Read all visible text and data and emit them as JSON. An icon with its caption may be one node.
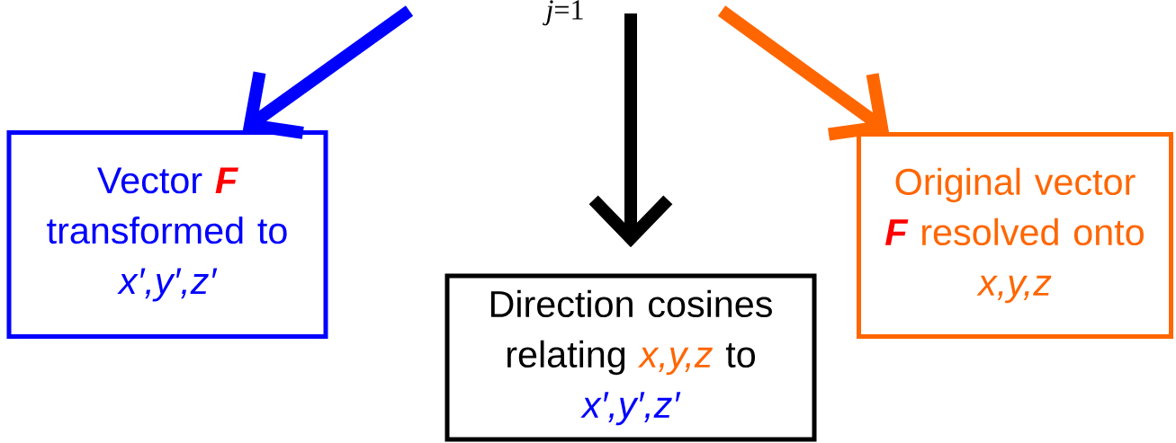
{
  "diagram": {
    "nodes": [
      {
        "text": [
          "Vector",
          "F",
          "transformed to",
          "x′,y′,z′"
        ]
      },
      {
        "text": [
          "Direction cosines relating",
          "x,y,z",
          "to",
          "x′,y′,z′"
        ]
      },
      {
        "text": [
          "Original vector",
          "F",
          "resolved onto",
          "x,y,z"
        ]
      }
    ],
    "edges": [
      {
        "from": null,
        "to": 0,
        "arrow": "to",
        "color": "#0000ff"
      },
      {
        "from": null,
        "to": 1,
        "arrow": "to",
        "color": "#000000"
      },
      {
        "from": null,
        "to": 2,
        "arrow": "to",
        "color": "#ff6600"
      }
    ],
    "labels": [
      "*j*=1"
    ]
  }
}
